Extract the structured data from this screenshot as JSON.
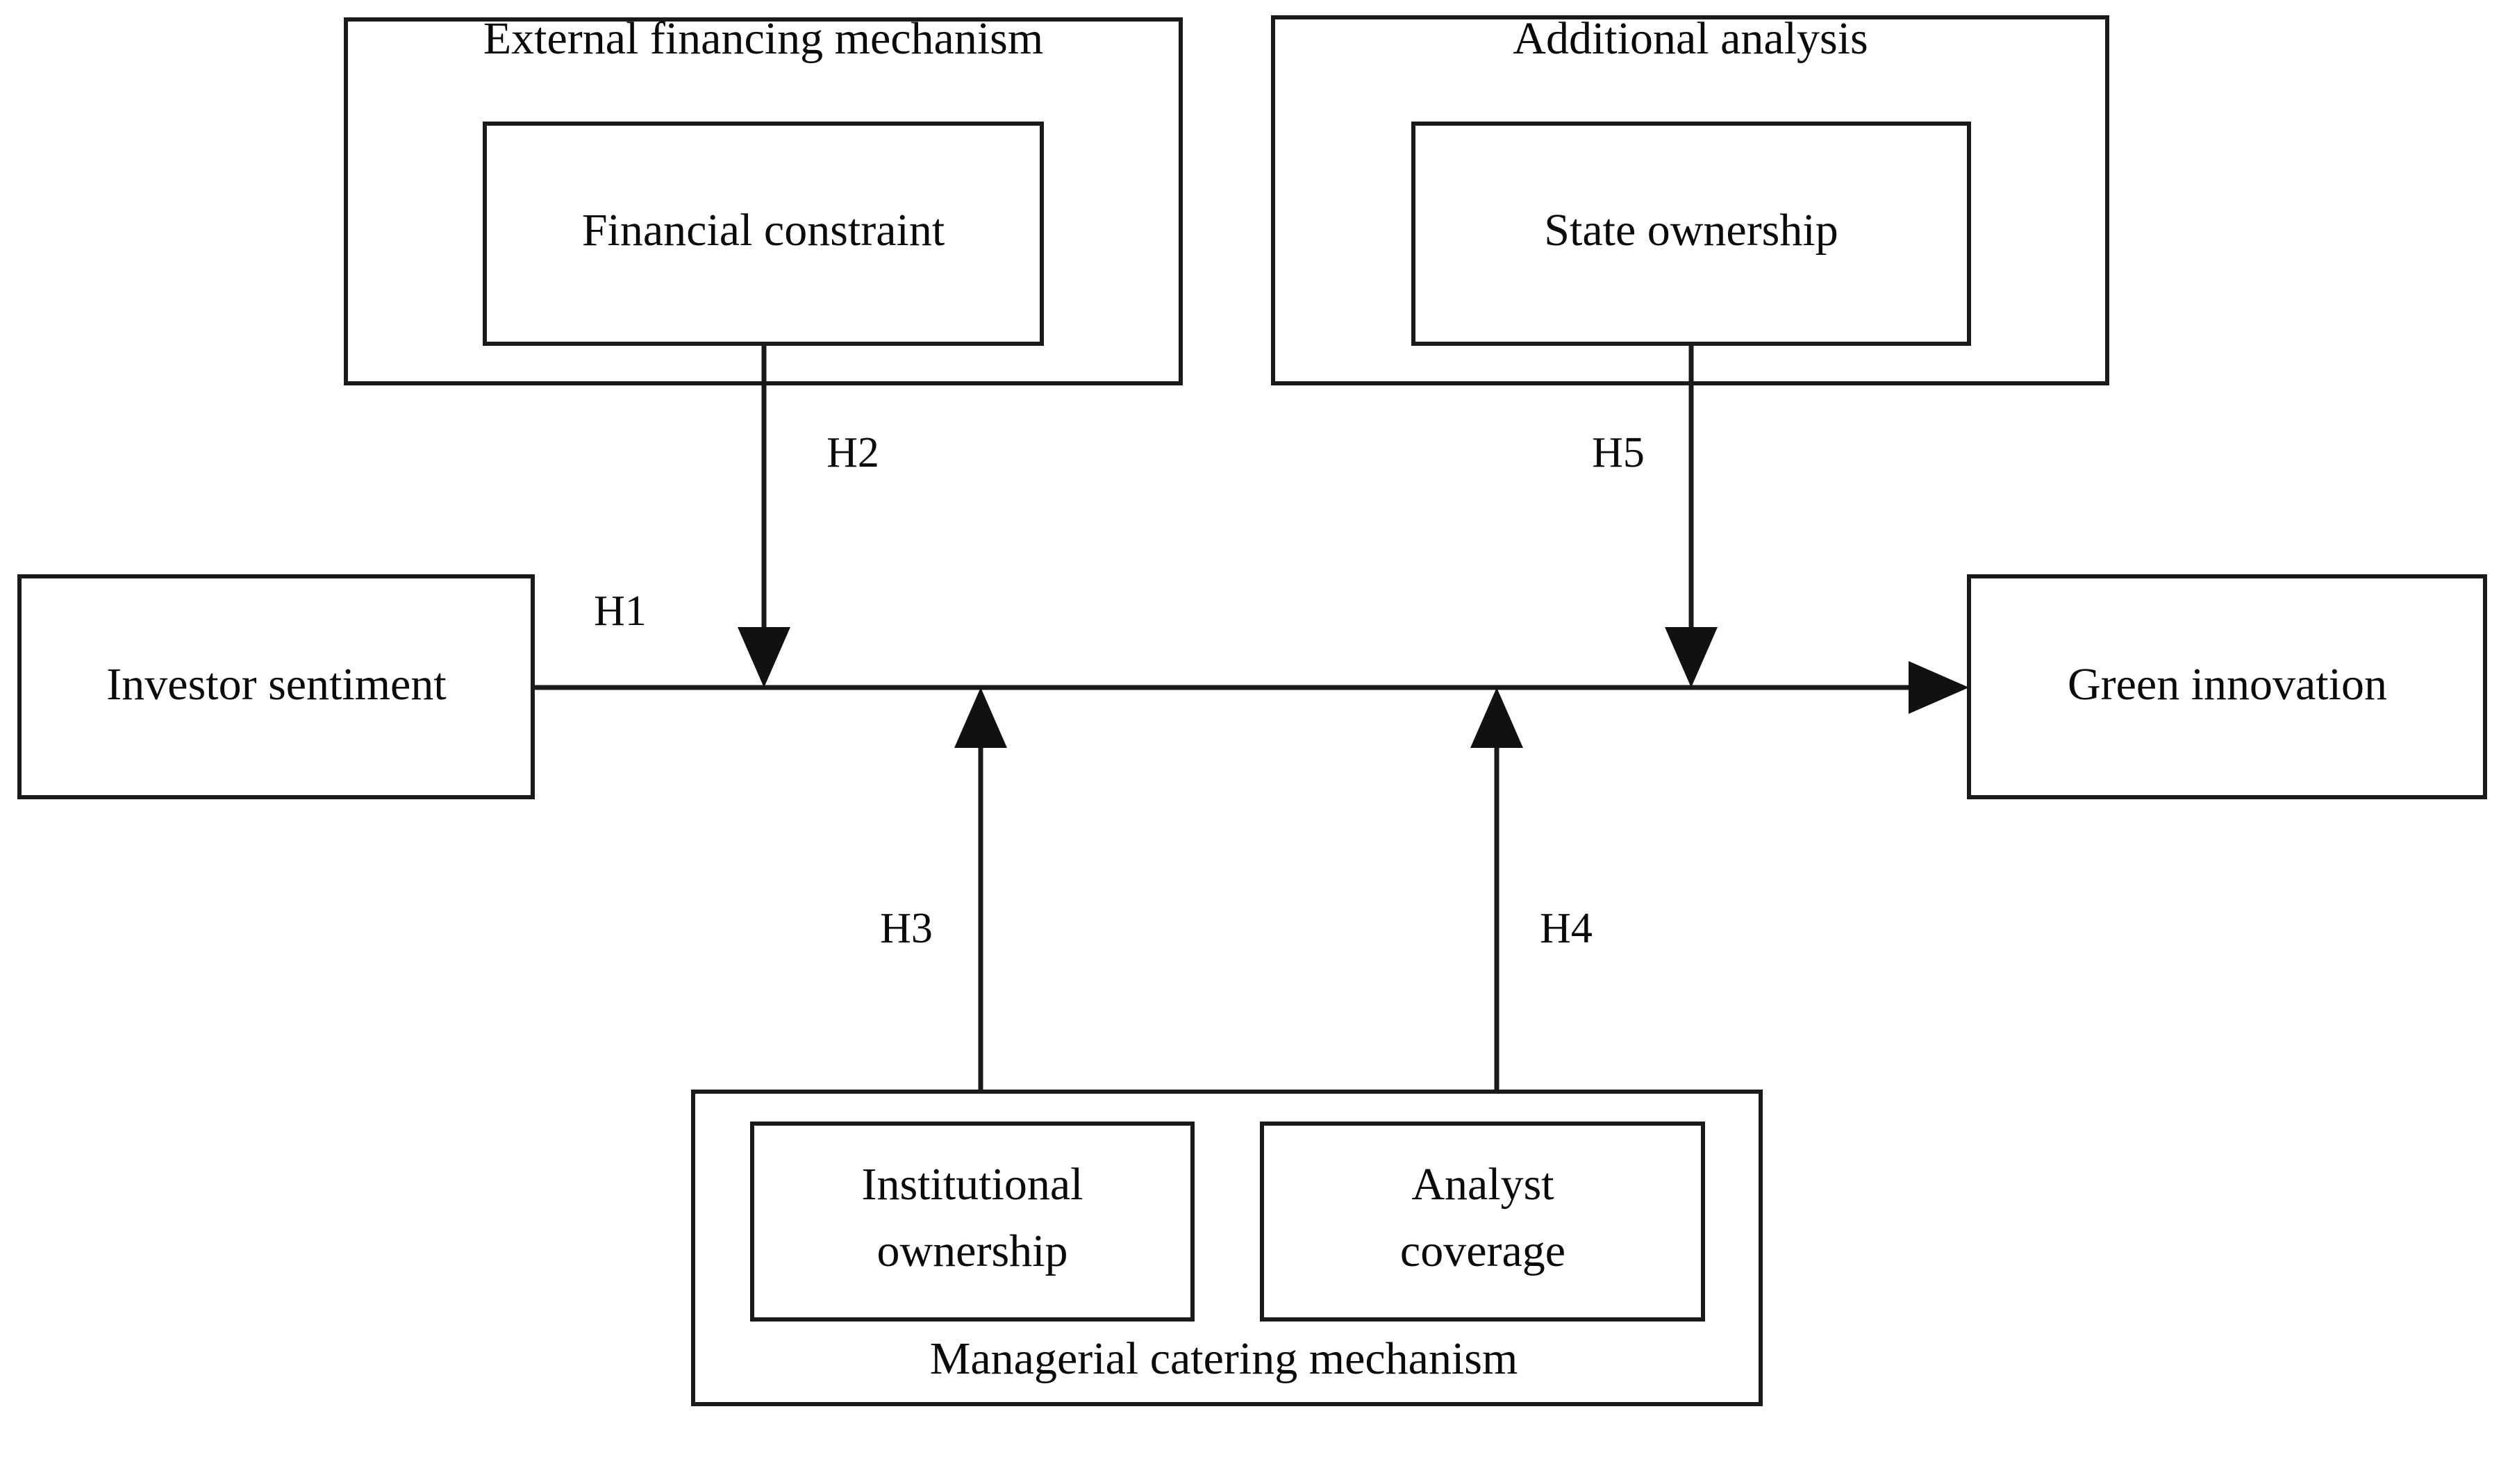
{
  "diagram": {
    "type": "conceptual-framework",
    "background_color": "#ffffff",
    "line_color": "#1a1a1a",
    "text_color": "#0a0a0a",
    "groups": {
      "external_financing": {
        "label": "External financing mechanism",
        "child_label": "Financial constraint"
      },
      "additional_analysis": {
        "label": "Additional analysis",
        "child_label": "State ownership"
      },
      "managerial_catering": {
        "label": "Managerial catering mechanism",
        "child_label_left": "Institutional\nownership",
        "child_label_left_line1": "Institutional",
        "child_label_left_line2": "ownership",
        "child_label_right_line1": "Analyst",
        "child_label_right_line2": "coverage"
      }
    },
    "nodes": {
      "independent_variable": "Investor sentiment",
      "dependent_variable": "Green innovation"
    },
    "hypotheses": {
      "h1": "H1",
      "h2": "H2",
      "h3": "H3",
      "h4": "H4",
      "h5": "H5"
    }
  }
}
